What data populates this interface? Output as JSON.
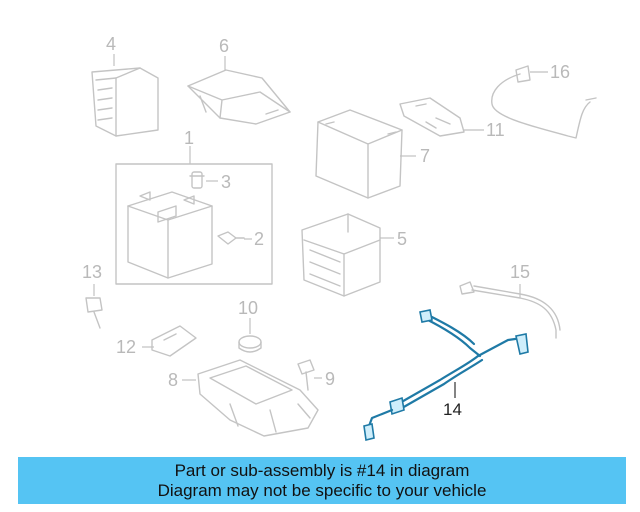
{
  "callouts": {
    "c1": "1",
    "c2": "2",
    "c3": "3",
    "c4": "4",
    "c5": "5",
    "c6": "6",
    "c7": "7",
    "c8": "8",
    "c9": "9",
    "c10": "10",
    "c11": "11",
    "c12": "12",
    "c13": "13",
    "c14": "14",
    "c15": "15",
    "c16": "16"
  },
  "highlighted_part": "14",
  "banner": {
    "line1": "Part or sub-assembly is #14 in diagram",
    "line2": "Diagram may not be specific to your vehicle"
  },
  "colors": {
    "banner": "#55c4f3",
    "highlight": "#1f7aa6",
    "parts": "#c4c4c4"
  }
}
